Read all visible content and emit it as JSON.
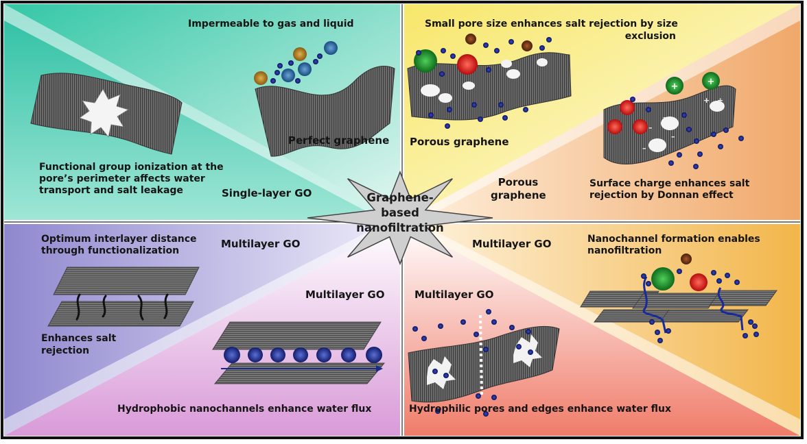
{
  "center": {
    "title_lines": [
      "Graphene-",
      "based",
      "nanofiltration"
    ]
  },
  "quadrants": {
    "top_left": {
      "caption_top": "Impermeable to gas and liquid",
      "label_perfect": "Perfect graphene",
      "caption_left": [
        "Functional group ionization at the",
        "pore’s perimeter affects water",
        "transport and salt leakage"
      ],
      "label_single": "Single-layer GO"
    },
    "top_right": {
      "caption_top": [
        "Small pore size enhances salt rejection by size",
        "exclusion"
      ],
      "label_porous": "Porous graphene",
      "label_porous_center": [
        "Porous",
        "graphene"
      ],
      "caption_right": [
        "Surface charge enhances salt",
        "rejection by Donnan effect"
      ]
    },
    "bottom_left": {
      "caption_interlayer": [
        "Optimum interlayer distance",
        "through functionalization"
      ],
      "label_multilayer_a": "Multilayer GO",
      "label_multilayer_b": "Multilayer GO",
      "caption_salt": [
        "Enhances salt",
        "rejection"
      ],
      "caption_bottom": "Hydrophobic nanochannels enhance water flux"
    },
    "bottom_right": {
      "label_multilayer_a": "Multilayer GO",
      "caption_nanochannel": [
        "Nanochannel formation enables",
        "nanofiltration"
      ],
      "label_multilayer_b": "Multilayer GO",
      "caption_bottom": "Hydrophilic pores and edges enhance water flux"
    }
  },
  "colors": {
    "top_left": "#52cdb8",
    "top_right": "#f2e15a",
    "bottom_left": "#9b8fd2",
    "bottom_right": "#f4a86a",
    "center_fill": "#cfcfcf",
    "sheet": "#5a5a5a",
    "ion_blue": "#1a2780",
    "ion_red": "#e01a1a",
    "ion_green": "#1a8a28",
    "ion_brown": "#6a3210",
    "ion_gold": "#b0801e",
    "ion_steel": "#2e6aa0"
  }
}
